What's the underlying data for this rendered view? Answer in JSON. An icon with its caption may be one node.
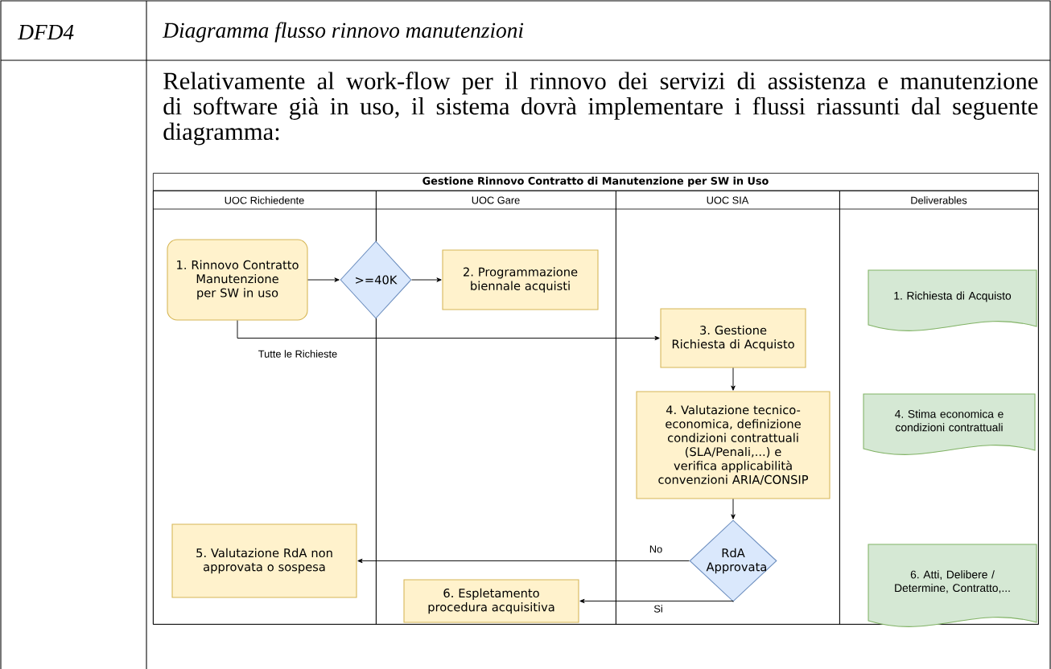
{
  "diagram": {
    "nodes": [
      {
        "text": [
          "Gestione Rinnovo Contratto di Manutenzione per SW in Uso"
        ]
      },
      {
        "text": [
          "UOC Richiedente"
        ],
        "in": 0
      },
      {
        "text": [
          "UOC Gare"
        ],
        "in": 0
      },
      {
        "text": [
          "UOC SIA"
        ],
        "in": 0
      },
      {
        "text": [
          "Deliverables"
        ],
        "in": 0
      },
      {
        "text": [
          "1. Rinnovo Contratto Manutenzione per SW in uso"
        ],
        "in": 1
      },
      {
        "text": [
          ">=40K"
        ],
        "in": 0
      },
      {
        "text": [
          "2. Programmazione biennale acquisti"
        ],
        "in": 2
      },
      {
        "text": [
          "1. Richiesta di Acquisto"
        ],
        "in": 4
      },
      {
        "text": [
          "3. Gestione Richiesta di Acquisto"
        ],
        "in": 3
      },
      {
        "text": [
          "4. Valutazione tecnico-economica, definizione condizioni contrattuali (SLA/Penali,...) e verifica applicabilità convenzioni ARIA/CONSIP"
        ],
        "in": 3
      },
      {
        "text": [
          "4. Stima economica e condizioni contrattuali"
        ],
        "in": 4
      },
      {
        "text": [
          "5. Valutazione RdA non approvata o sospesa"
        ],
        "in": 1
      },
      {
        "text": [
          "RdA Approvata"
        ],
        "in": 3
      },
      {
        "text": [
          "6. Atti, Delibere / Determine, Contratto,..."
        ],
        "in": 4
      },
      {
        "text": [
          "6. Espletamento procedura acquisitiva"
        ],
        "in": 2
      }
    ],
    "edges": [
      {
        "from": 5,
        "to": 6,
        "arrow": "to"
      },
      {
        "from": 6,
        "to": 7,
        "arrow": "to"
      },
      {
        "from": 5,
        "to": 9,
        "arrow": "to",
        "label": "Tutte le Richieste"
      },
      {
        "from": 9,
        "to": 10,
        "arrow": "to"
      },
      {
        "from": 10,
        "to": 13,
        "arrow": "to"
      },
      {
        "from": 13,
        "to": 12,
        "arrow": "to",
        "label": "No"
      },
      {
        "from": 13,
        "to": 15,
        "arrow": "to",
        "label": "Si"
      }
    ],
    "labels": [
      "DFD4",
      "Diagramma flusso rinnovo manutenzioni",
      "Relativamente al work-flow per il rinnovo dei servizi di assistenza e manutenzione di software già in uso, il sistema dovrà implementare i flussi riassunti dal seguente diagramma:"
    ]
  }
}
